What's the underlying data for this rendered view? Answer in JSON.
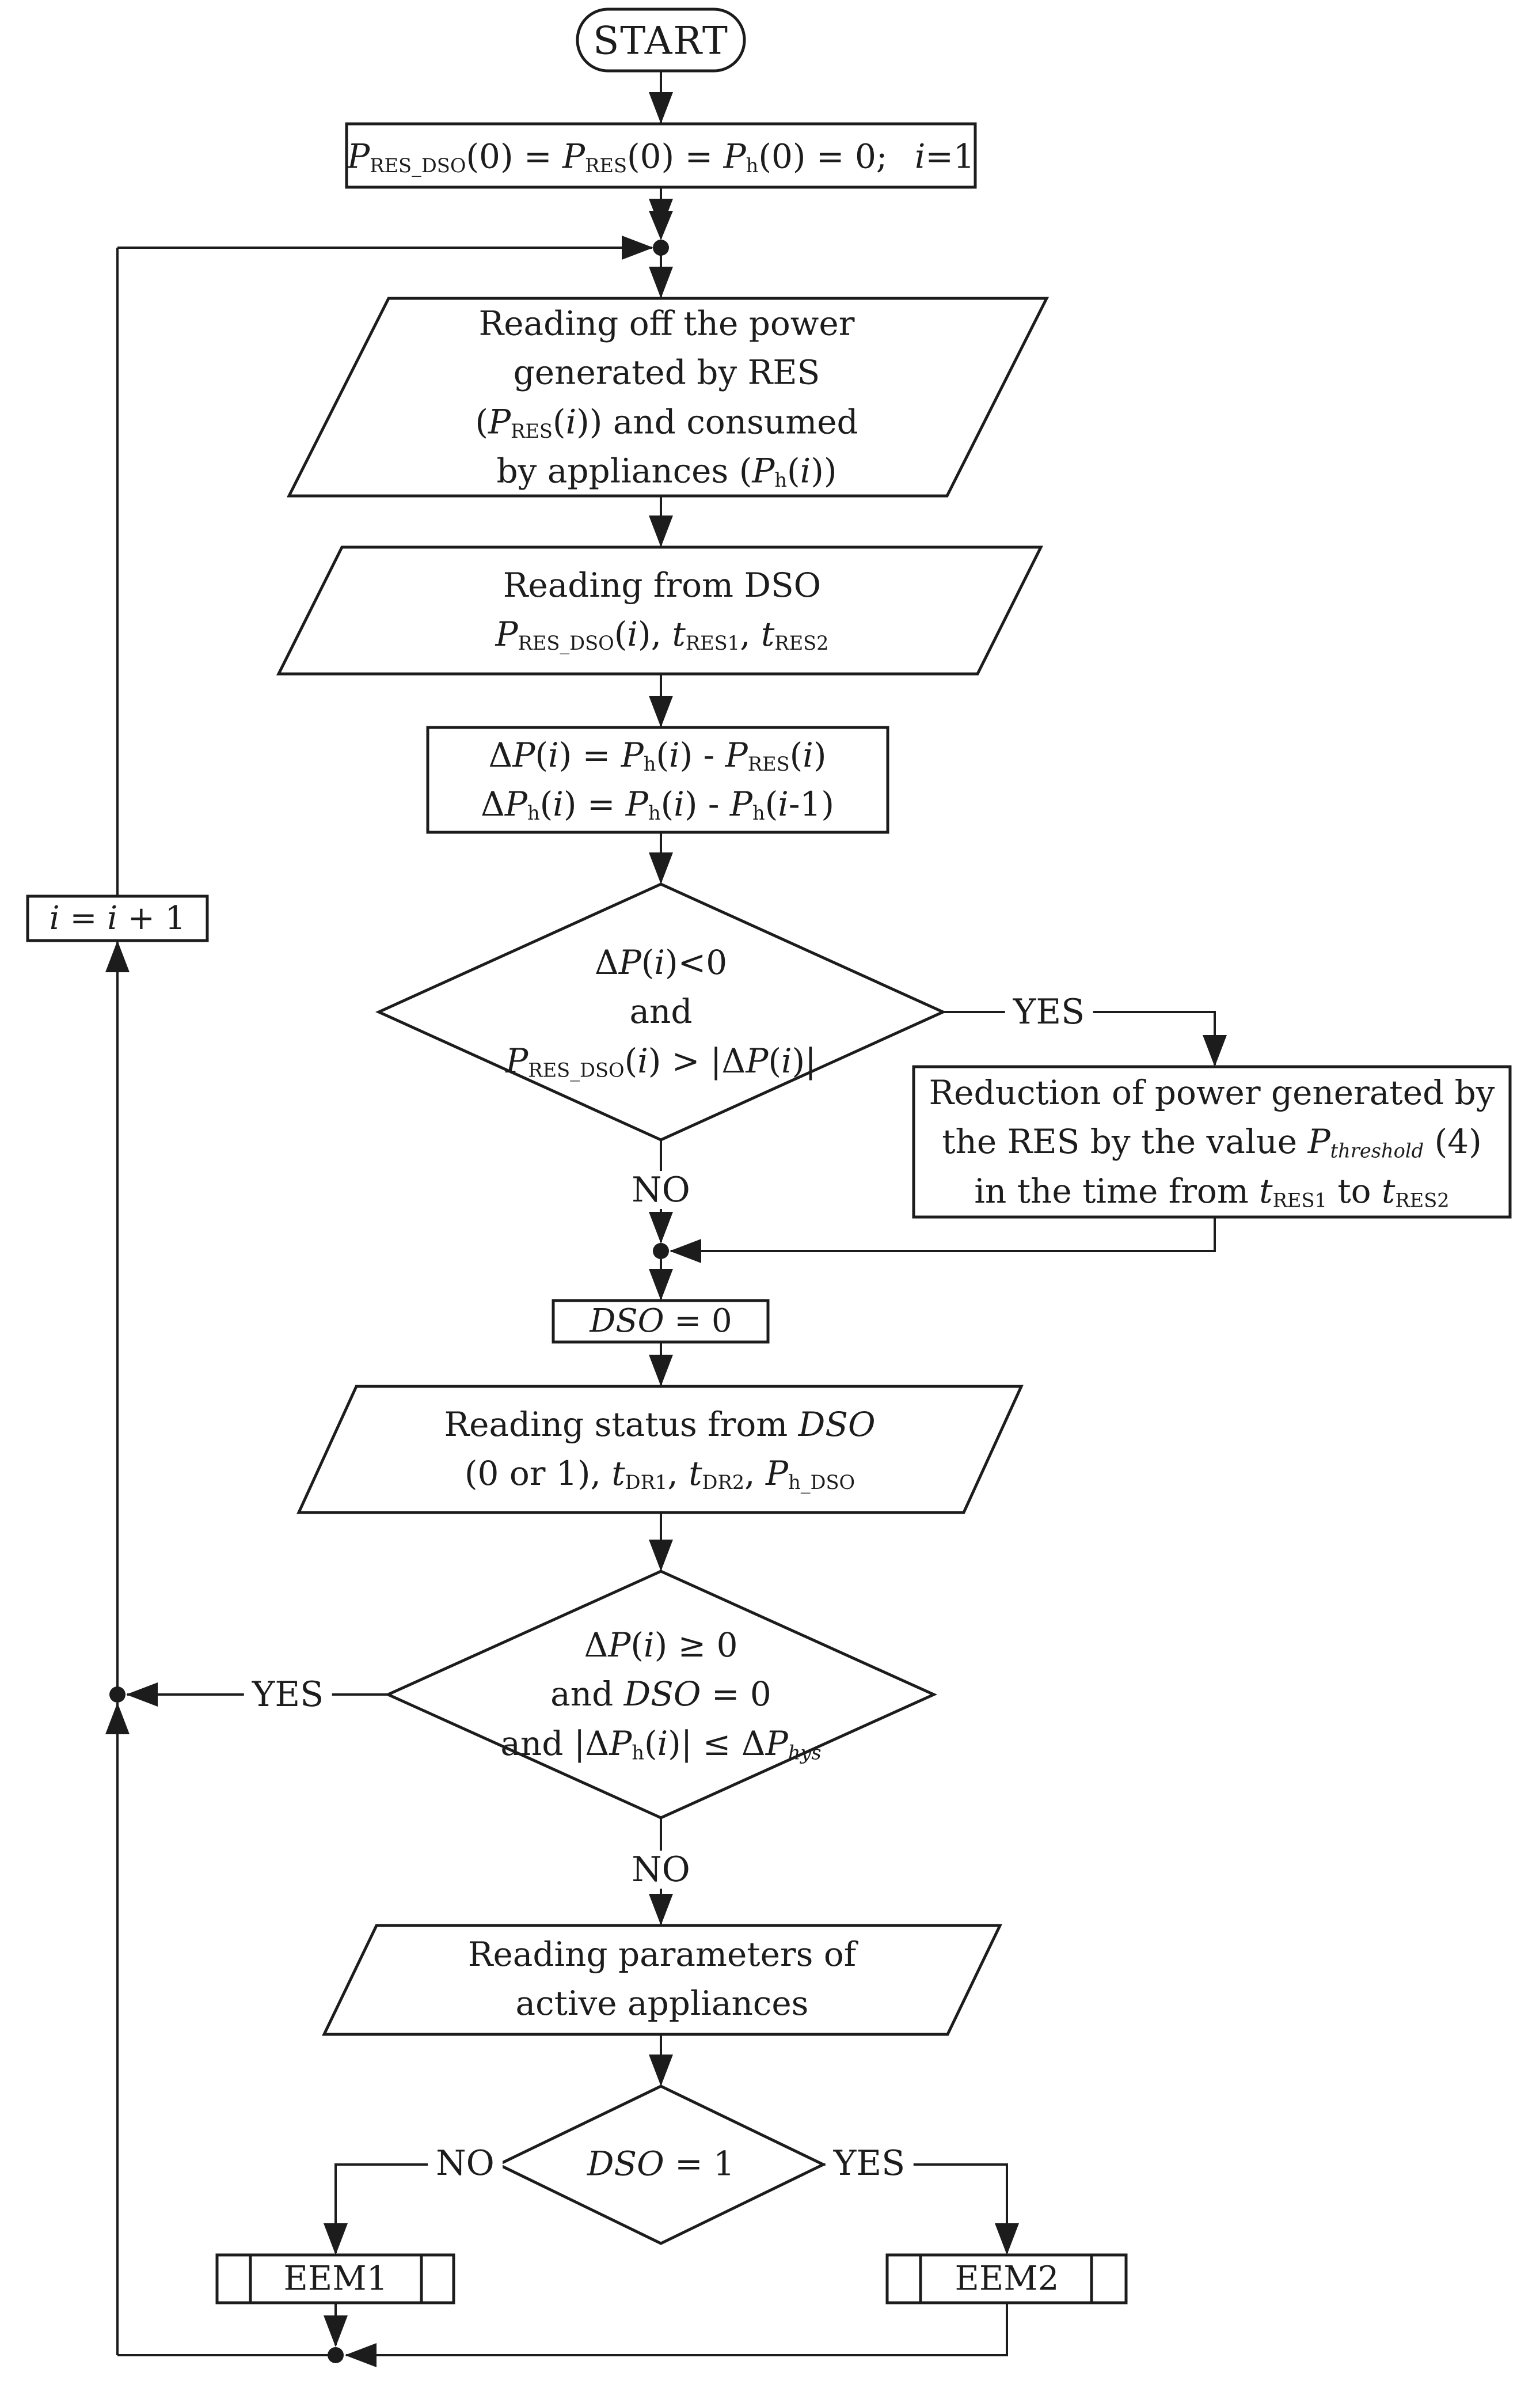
{
  "figure": {
    "start_label": "START",
    "init_box": "*P*~RES_DSO~(0) = *P*~RES~(0) = *P*~h~(0) = 0;  *i*=1",
    "read_power": {
      "lines": [
        "Reading off the power",
        "generated by RES",
        "(*P*~RES~(*i*)) and consumed",
        "by appliances (*P*~h~(*i*))"
      ]
    },
    "read_dso": {
      "lines": [
        "Reading from DSO",
        "*P*~RES_DSO~(*i*), *t*~RES1~, *t*~RES2~"
      ]
    },
    "delta_box": {
      "lines": [
        "Δ*P*(*i*) = *P*~h~(*i*) - *P*~RES~(*i*)",
        "Δ*P*~h~(*i*) = *P*~h~(*i*) - *P*~h~(*i*-1)"
      ]
    },
    "decision1": {
      "lines": [
        "Δ*P*(*i*)<0",
        "and",
        "*P*~RES_DSO~(*i*) > |Δ*P*(*i*)|"
      ],
      "yes": "YES",
      "no": "NO"
    },
    "reduction_box": {
      "lines": [
        "Reduction of power generated by",
        "the RES by the value *P*~*threshold*~ (4)",
        "in the time from *t*~RES1~ to *t*~RES2~"
      ]
    },
    "dso_zero_box": "*DSO* = 0",
    "read_status": {
      "lines": [
        "Reading status from *DSO*",
        "(0 or 1), *t*~DR1~, *t*~DR2~, *P*~h_DSO~"
      ]
    },
    "decision2": {
      "lines": [
        "Δ*P*(*i*) ≥ 0",
        "and *DSO* = 0",
        "and |Δ*P*~h~(*i*)| ≤ Δ*P*~*hys*~"
      ],
      "yes": "YES",
      "no": "NO"
    },
    "read_params": {
      "lines": [
        "Reading parameters of",
        "active appliances"
      ]
    },
    "decision3": {
      "label": "*DSO* = 1",
      "yes": "YES",
      "no": "NO"
    },
    "increment_box": "*i* = *i* + 1",
    "eem1_label": "EEM1",
    "eem2_label": "EEM2"
  },
  "colors": {
    "line": "#1c1c1c",
    "background": "#ffffff"
  }
}
